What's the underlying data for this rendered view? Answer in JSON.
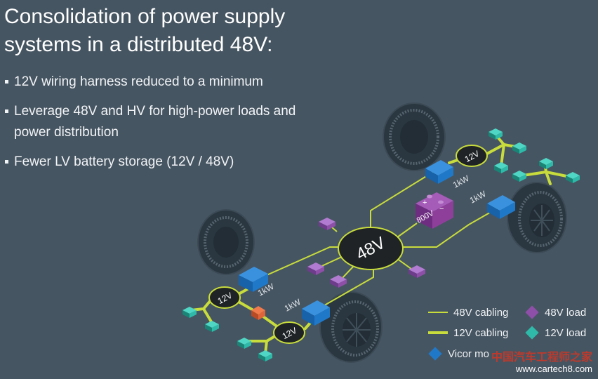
{
  "title_line1": "Consolidation of power supply",
  "title_line2": "systems in a distributed 48V:",
  "bullets": [
    "12V wiring harness reduced to a minimum",
    "Leverage 48V and HV for high-power loads and power distribution",
    "Fewer LV battery storage (12V / 48V)"
  ],
  "diagram": {
    "hub_label": "48V",
    "battery_label": "800V",
    "battery_plus": "+",
    "battery_minus": "−",
    "node_12v_label": "12V",
    "module_labels": {
      "top": "1kW",
      "right": "1kW",
      "left": "1kW",
      "bottom": "1kW"
    }
  },
  "legend": {
    "items": [
      {
        "label": "48V cabling",
        "kind": "thin-line"
      },
      {
        "label": "48V load",
        "kind": "purple-cube"
      },
      {
        "label": "12V cabling",
        "kind": "thick-line"
      },
      {
        "label": "12V load",
        "kind": "teal-cube"
      },
      {
        "label": "Vicor mo",
        "kind": "blue-cube"
      }
    ]
  },
  "watermark": {
    "cn": "中国汽车工程师之家",
    "url": "www.cartech8.com"
  },
  "colors": {
    "background": "#465562",
    "cable": "#c8dc3c",
    "hub": "#1f2326",
    "load_48v": "#8e4fa8",
    "load_12v": "#2fb9a8",
    "module": "#1f79c8",
    "battery": "#8e3f9a",
    "accent_orange": "#e0643a",
    "tire": "#2c3a45"
  }
}
